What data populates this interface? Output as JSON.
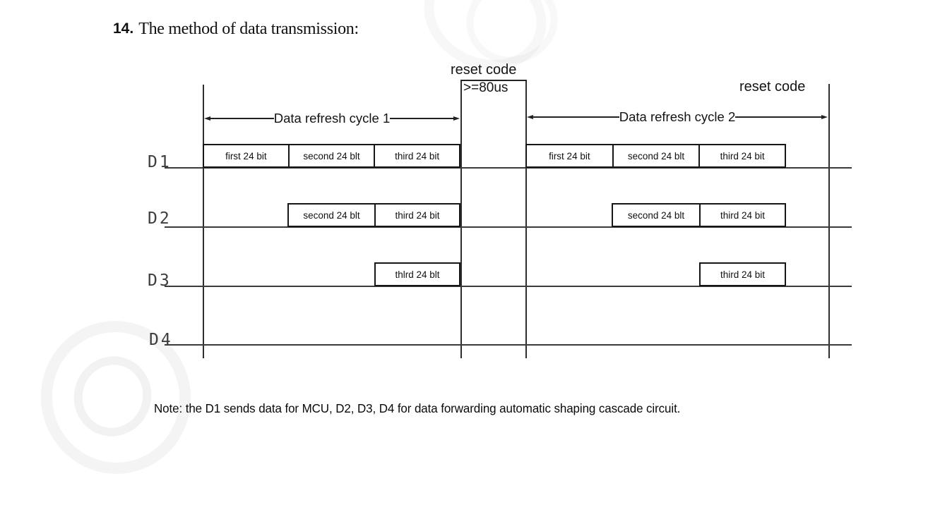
{
  "title": {
    "number": "14.",
    "text": "The method of data transmission:"
  },
  "diagram": {
    "reset_top_label": "reset code",
    "reset_duration": ">=80us",
    "reset_right_label": "reset code",
    "cycle1_label": "Data refresh cycle 1",
    "cycle2_label": "Data refresh cycle 2",
    "rows": [
      {
        "label": "D1",
        "cycle1": [
          "first 24 bit",
          "second 24 blt",
          "third 24 bit"
        ],
        "cycle2": [
          "first 24 bit",
          "second 24 blt",
          "third 24 bit"
        ]
      },
      {
        "label": "D2",
        "cycle1": [
          "second 24 blt",
          "third 24 bit"
        ],
        "cycle2": [
          "second 24 blt",
          "third 24 bit"
        ]
      },
      {
        "label": "D3",
        "cycle1": [
          "thlrd 24 blt"
        ],
        "cycle2": [
          "third 24 bit"
        ]
      },
      {
        "label": "D4",
        "cycle1": [],
        "cycle2": []
      }
    ]
  },
  "note": "Note: the D1 sends data for MCU, D2, D3, D4 for data forwarding automatic shaping cascade circuit.",
  "colors": {
    "line": "#2e2e2e",
    "box_border": "#161616",
    "text": "#101010",
    "channel_label": "#3d3d3d"
  }
}
